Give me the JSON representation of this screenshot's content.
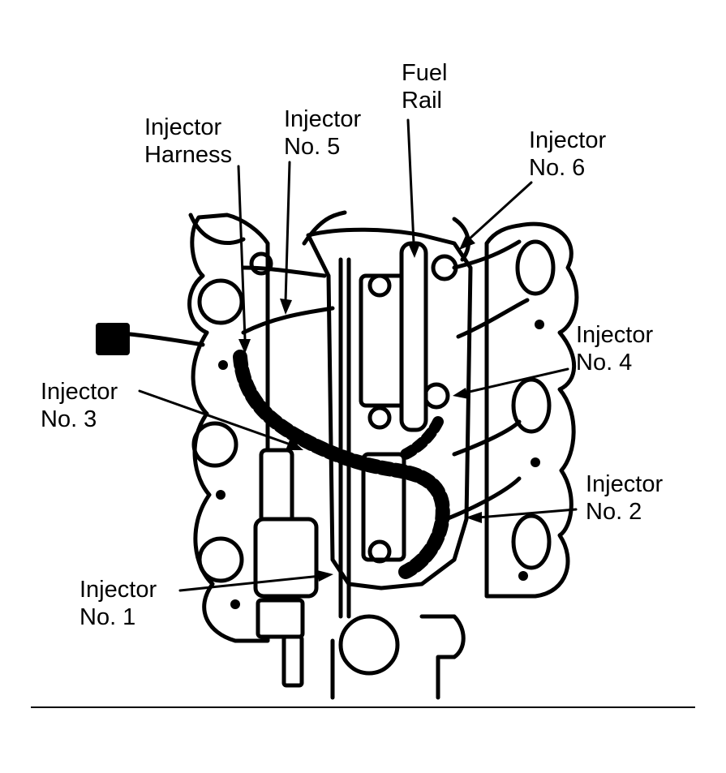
{
  "labels": {
    "fuel_rail": {
      "line1": "Fuel",
      "line2": "Rail"
    },
    "injector_harness": {
      "line1": "Injector",
      "line2": "Harness"
    },
    "injector_5": {
      "line1": "Injector",
      "line2": "No. 5"
    },
    "injector_6": {
      "line1": "Injector",
      "line2": "No. 6"
    },
    "injector_4": {
      "line1": "Injector",
      "line2": "No. 4"
    },
    "injector_3": {
      "line1": "Injector",
      "line2": "No. 3"
    },
    "injector_2": {
      "line1": "Injector",
      "line2": "No. 2"
    },
    "injector_1": {
      "line1": "Injector",
      "line2": "No. 1"
    }
  }
}
